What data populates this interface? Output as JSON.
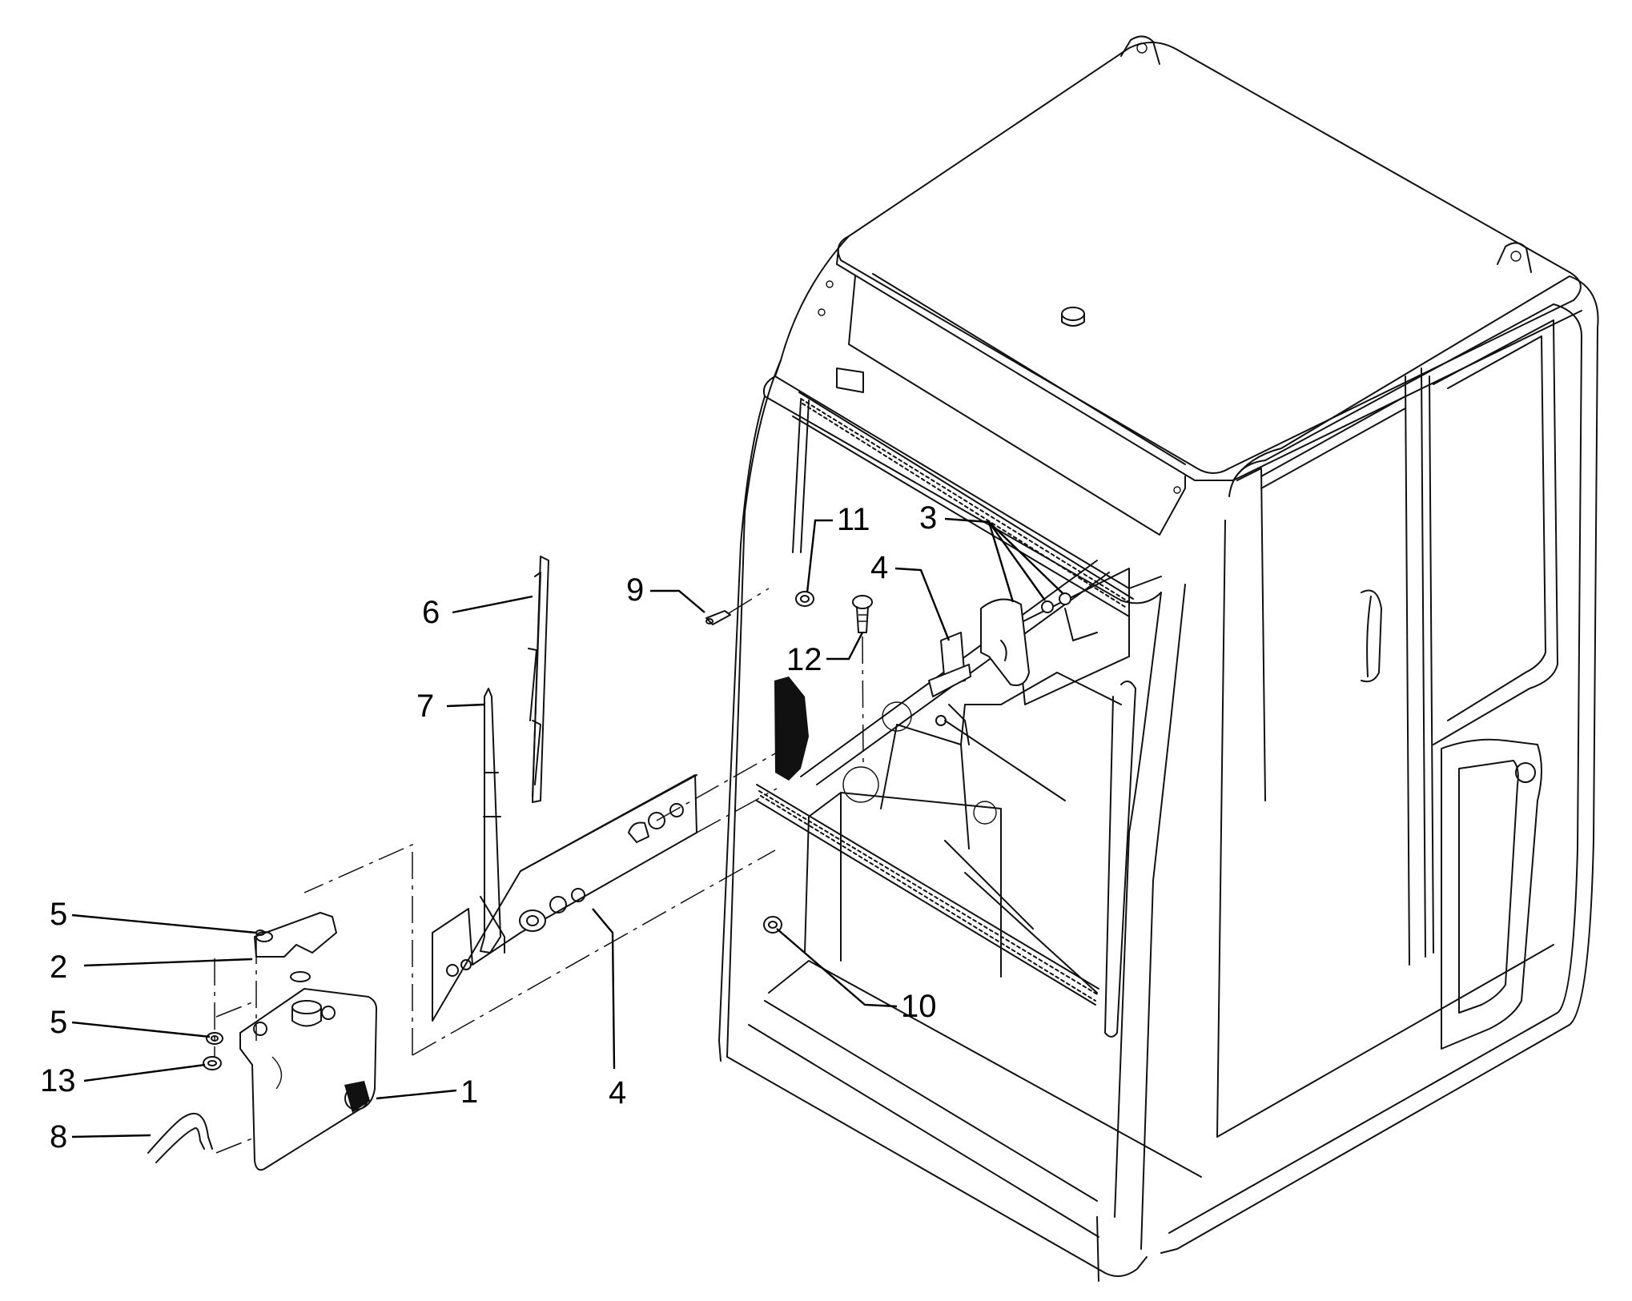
{
  "callouts": [
    {
      "id": "label-1",
      "text": "1"
    },
    {
      "id": "label-2",
      "text": "2"
    },
    {
      "id": "label-3",
      "text": "3"
    },
    {
      "id": "label-4-rear",
      "text": "4"
    },
    {
      "id": "label-4-front",
      "text": "4"
    },
    {
      "id": "label-5-upper",
      "text": "5"
    },
    {
      "id": "label-5-lower",
      "text": "5"
    },
    {
      "id": "label-6",
      "text": "6"
    },
    {
      "id": "label-7",
      "text": "7"
    },
    {
      "id": "label-8",
      "text": "8"
    },
    {
      "id": "label-9",
      "text": "9"
    },
    {
      "id": "label-10",
      "text": "10"
    },
    {
      "id": "label-11",
      "text": "11"
    },
    {
      "id": "label-12",
      "text": "12"
    },
    {
      "id": "label-13",
      "text": "13"
    }
  ],
  "parts": [
    {
      "callout": "1",
      "icon": "washer-reservoir-icon"
    },
    {
      "callout": "2",
      "icon": "mounting-bracket-icon"
    },
    {
      "callout": "3",
      "icon": "screw-icon"
    },
    {
      "callout": "4",
      "icon": "wiper-motor-icon"
    },
    {
      "callout": "5",
      "icon": "washer-icon"
    },
    {
      "callout": "6",
      "icon": "wiper-blade-icon"
    },
    {
      "callout": "7",
      "icon": "wiper-arm-icon"
    },
    {
      "callout": "8",
      "icon": "hose-icon"
    },
    {
      "callout": "9",
      "icon": "washer-nozzle-icon"
    },
    {
      "callout": "10",
      "icon": "grommet-icon"
    },
    {
      "callout": "11",
      "icon": "grommet-icon"
    },
    {
      "callout": "12",
      "icon": "bolt-icon"
    },
    {
      "callout": "13",
      "icon": "nut-icon"
    }
  ]
}
